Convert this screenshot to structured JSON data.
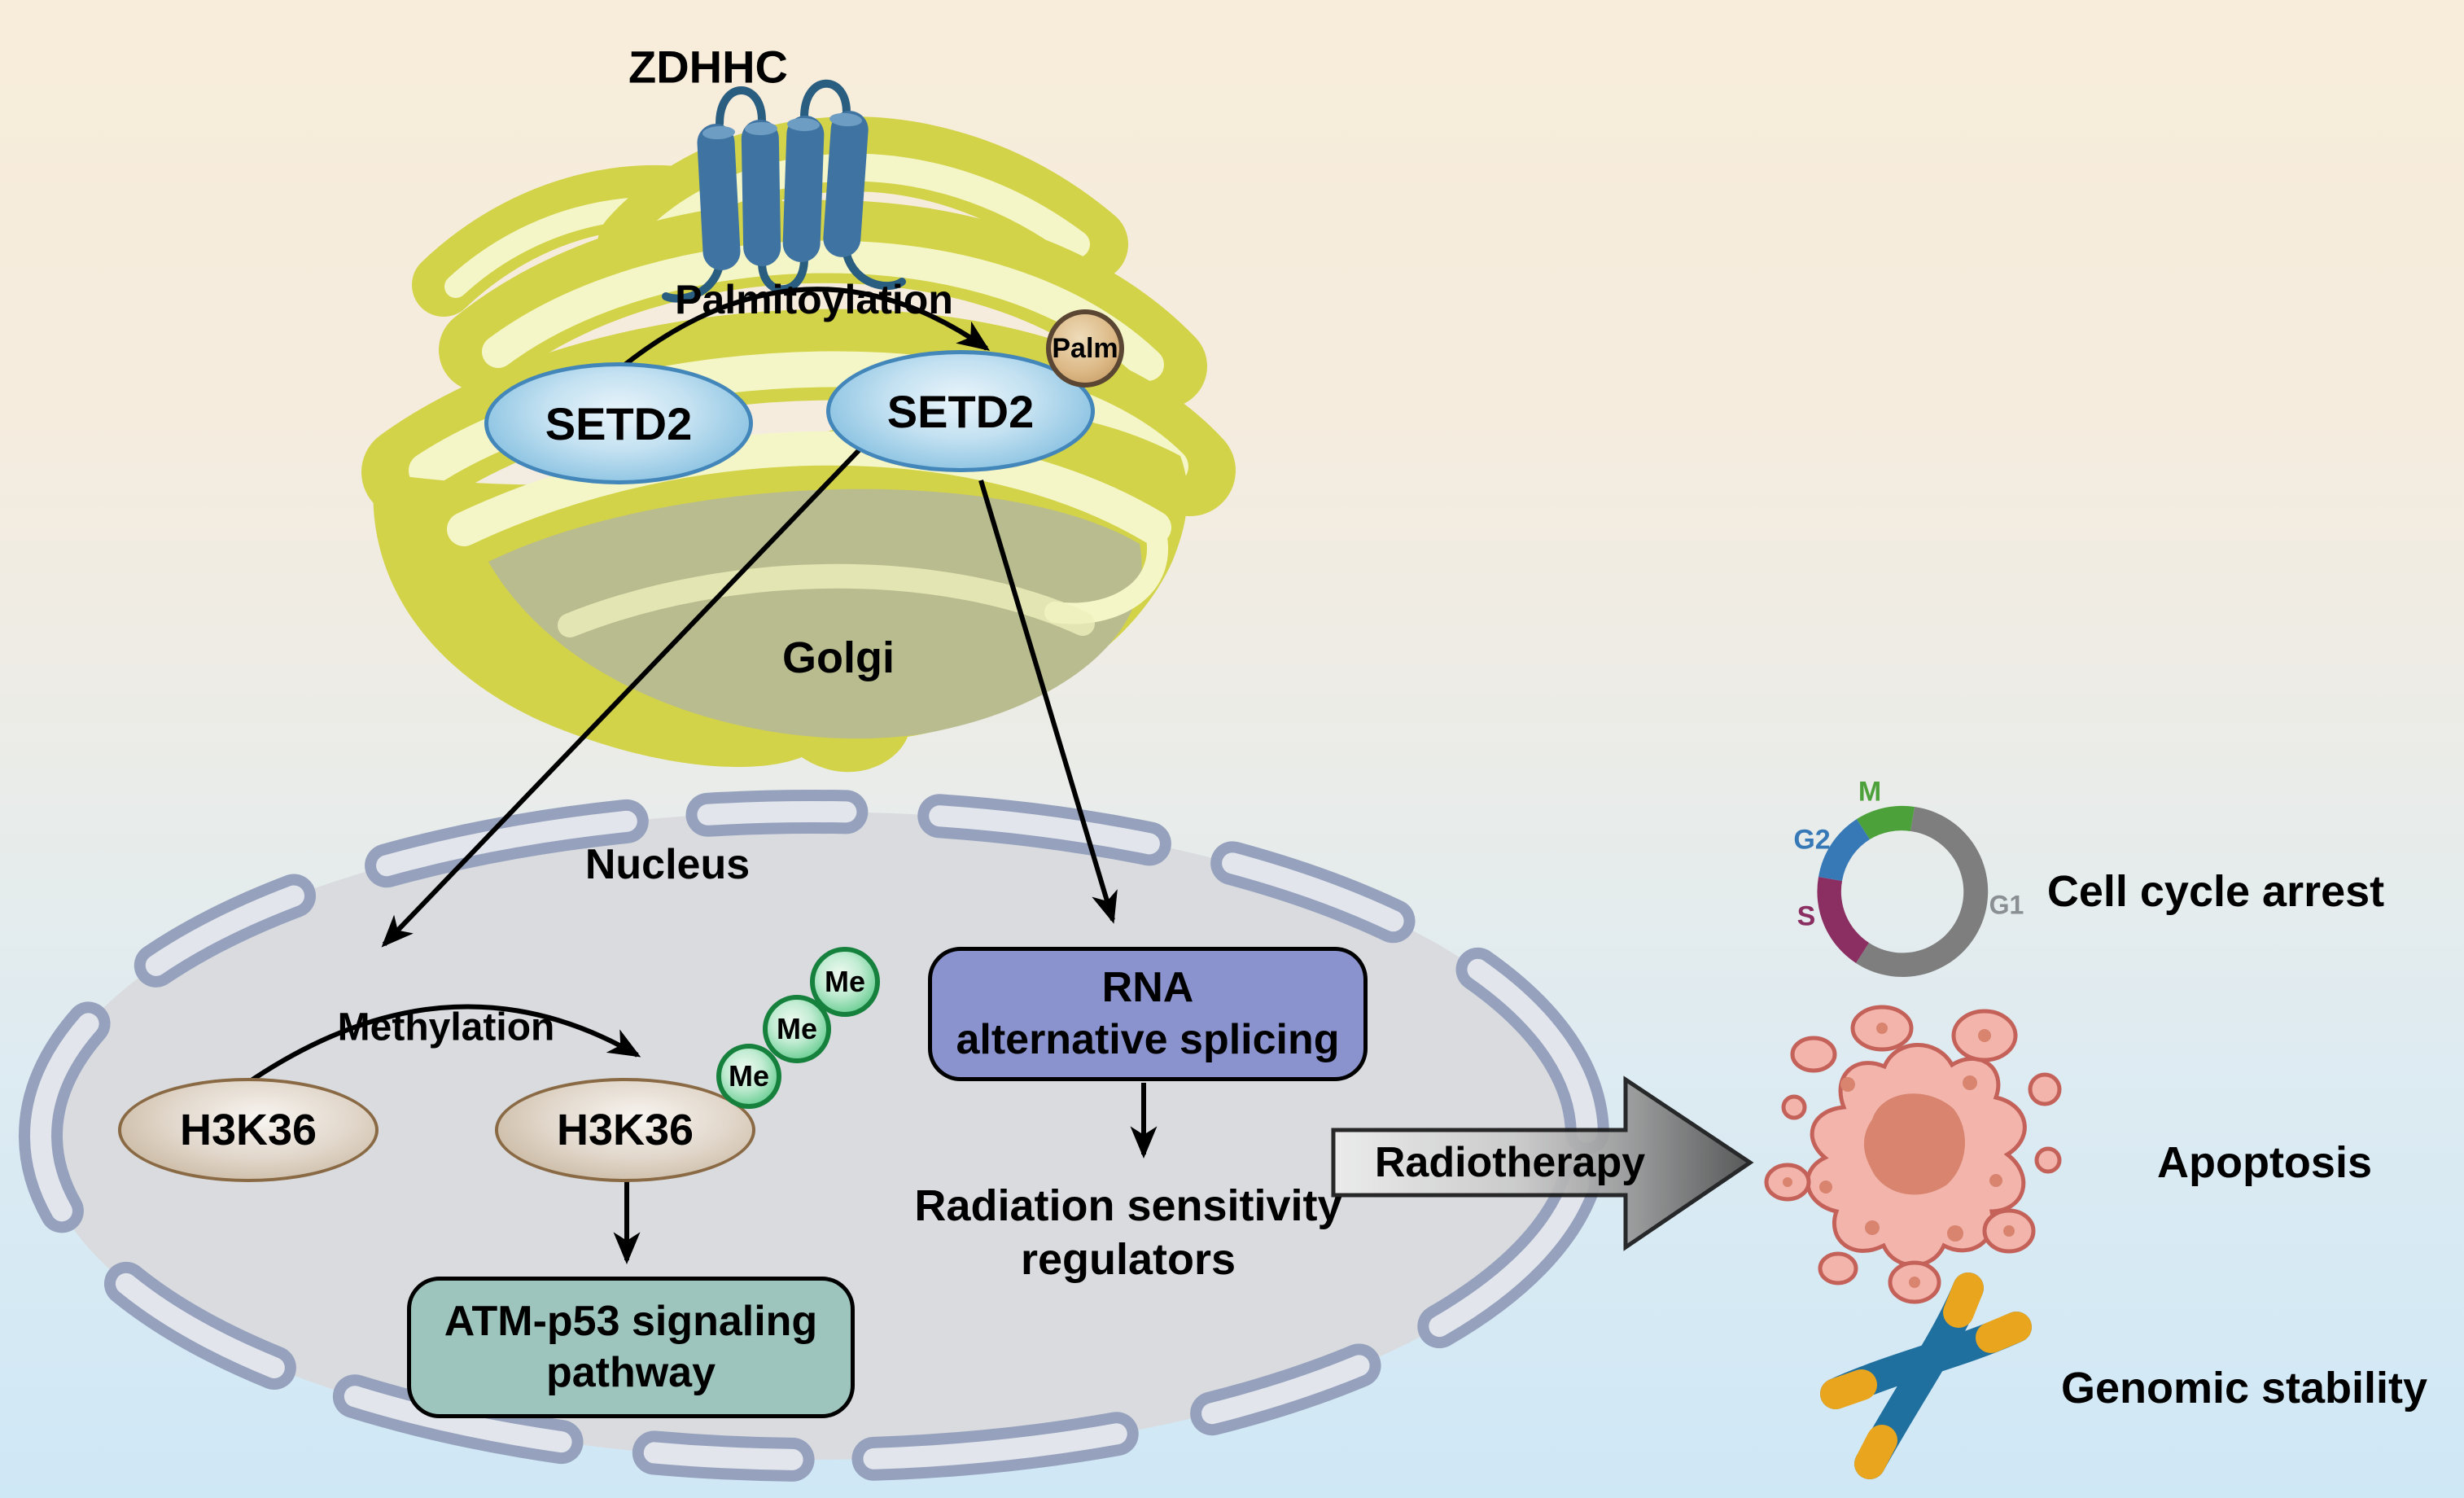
{
  "golgi": {
    "zdhhc": "ZDHHC",
    "palmitoylation": "Palmitoylation",
    "setd2_left": "SETD2",
    "setd2_right": "SETD2",
    "palm": "Palm",
    "label": "Golgi"
  },
  "nucleus": {
    "label": "Nucleus",
    "methylation": "Methylation",
    "h3k36_left": "H3K36",
    "h3k36_right": "H3K36",
    "me1": "Me",
    "me2": "Me",
    "me3": "Me",
    "rna_box": {
      "line1": "RNA",
      "line2": "alternative splicing"
    },
    "radiation": {
      "line1": "Radiation sensitivity",
      "line2": "regulators"
    },
    "atm_box": {
      "line1": "ATM-p53 signaling",
      "line2": "pathway"
    }
  },
  "radiotherapy": "Radiotherapy",
  "cell_cycle": {
    "m": "M",
    "g2": "G2",
    "s": "S",
    "g1": "G1",
    "m_color": "#4da13a",
    "g2_color": "#3779b6",
    "s_color": "#8b2f63",
    "g1_color": "#7e7e7e"
  },
  "outcomes": {
    "cell_cycle_arrest": "Cell cycle arrest",
    "apoptosis": "Apoptosis",
    "genomic_stability": "Genomic stability"
  },
  "colors": {
    "background_top": "#f8edda",
    "background_bottom": "#cfe8f6",
    "golgi_green": "#d2d349",
    "golgi_pale_band": "#f5f6c8",
    "golgi_olive": "#b9bc8e",
    "setd2_blue_border": "#4286ba",
    "palm_tan": "#c0935a",
    "h3k36_brown_border": "#8a6a44",
    "me_green_border": "#15813d",
    "rna_purple": "#8a93cd",
    "atm_teal": "#9dc5bd",
    "nucleus_gray": "#d9dbdf",
    "envelope_blue_gray": "#96a2bd",
    "zdhhc_protein_blue": "#3f74a2",
    "apoptosis_pink": "#f2b4ab",
    "chromosome_blue": "#1f6f9f",
    "chromosome_tip_orange": "#e9a51e"
  }
}
